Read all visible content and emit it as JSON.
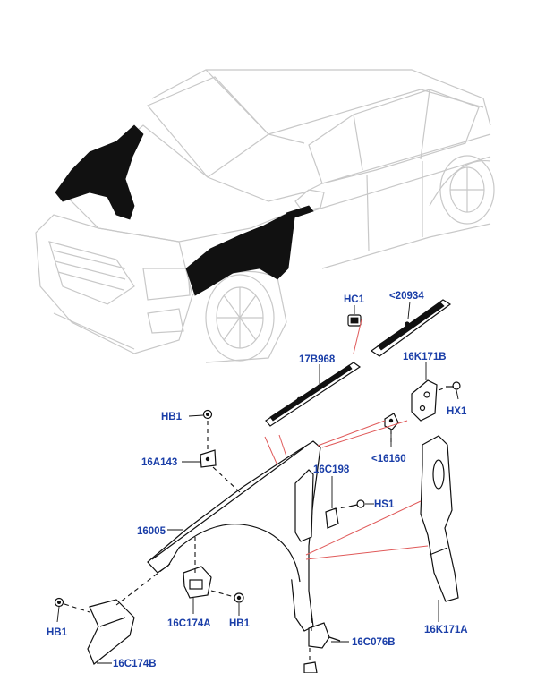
{
  "callouts": {
    "hc1": "HC1",
    "p20934": "<20934",
    "p17b968": "17B968",
    "p16k171b": "16K171B",
    "hb1_top": "HB1",
    "hx1": "HX1",
    "p16a143": "16A143",
    "p16160": "<16160",
    "p16c198": "16C198",
    "hs1": "HS1",
    "p16005": "16005",
    "p16c174a": "16C174A",
    "hb1_mid": "HB1",
    "p16k171a": "16K171A",
    "hb1_left": "HB1",
    "p16c076b": "16C076B",
    "p16c174b": "16C174B"
  },
  "colors": {
    "callout_text": "#1a3ea8",
    "leader_red": "#e05a5a",
    "vehicle_line": "#c8c8c8",
    "part_line": "#111111"
  }
}
